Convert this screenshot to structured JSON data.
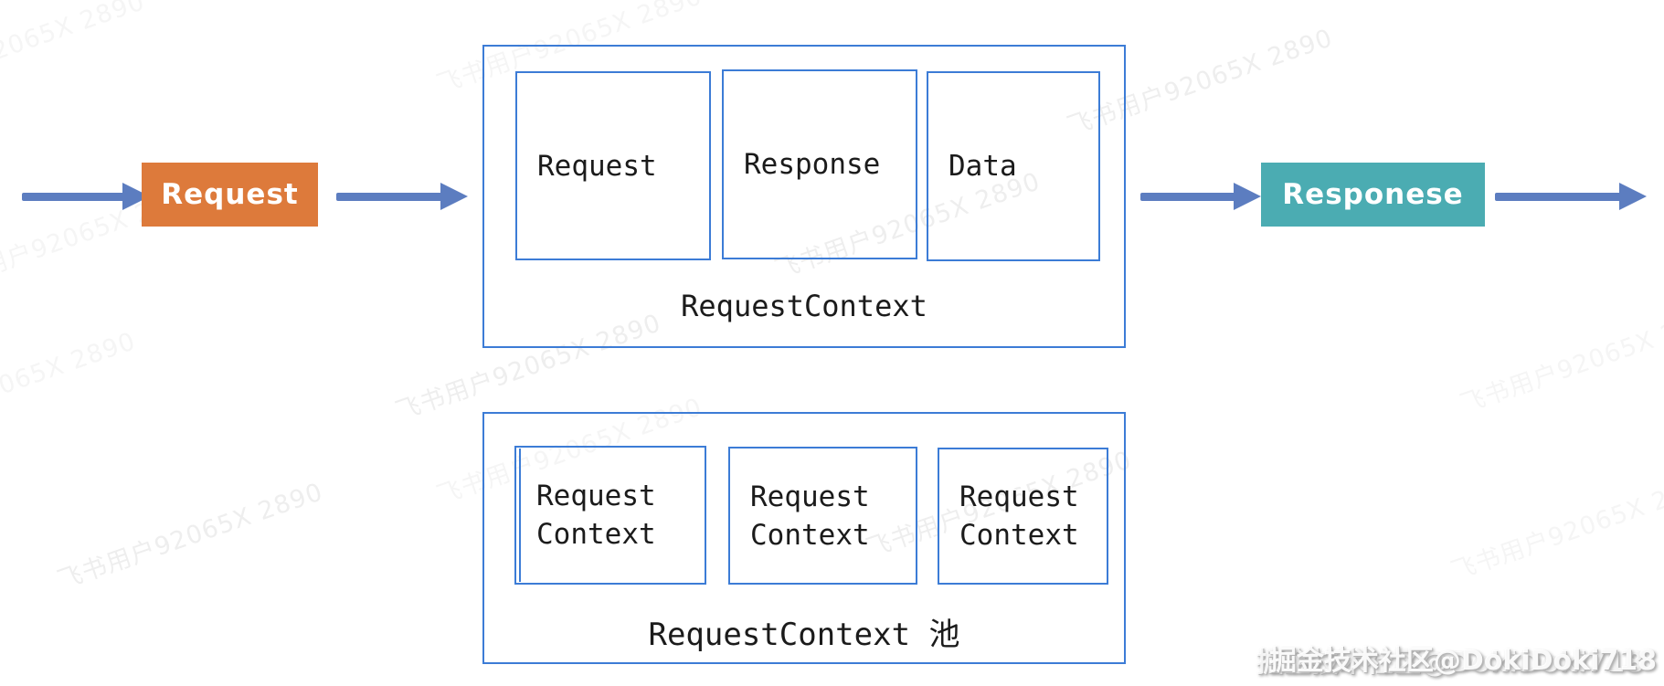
{
  "diagram": {
    "request_node": {
      "label": "Request"
    },
    "response_node": {
      "label": "Responese"
    },
    "context_box": {
      "title": "RequestContext",
      "items": [
        "Request",
        "Response",
        "Data"
      ]
    },
    "pool_box": {
      "title": "RequestContext 池",
      "items": [
        "Request Context",
        "Request Context",
        "Request Context"
      ]
    }
  },
  "watermarks": {
    "feishu": "飞书用户92065X 2890",
    "juejin": "掘金技术社区@DokiDoki718"
  },
  "colors": {
    "request_fill": "#DD7A3B",
    "response_fill": "#4BACB2",
    "arrow": "#5C7DC0",
    "box_border": "#3C7CD6",
    "text": "#1B1B1B"
  }
}
